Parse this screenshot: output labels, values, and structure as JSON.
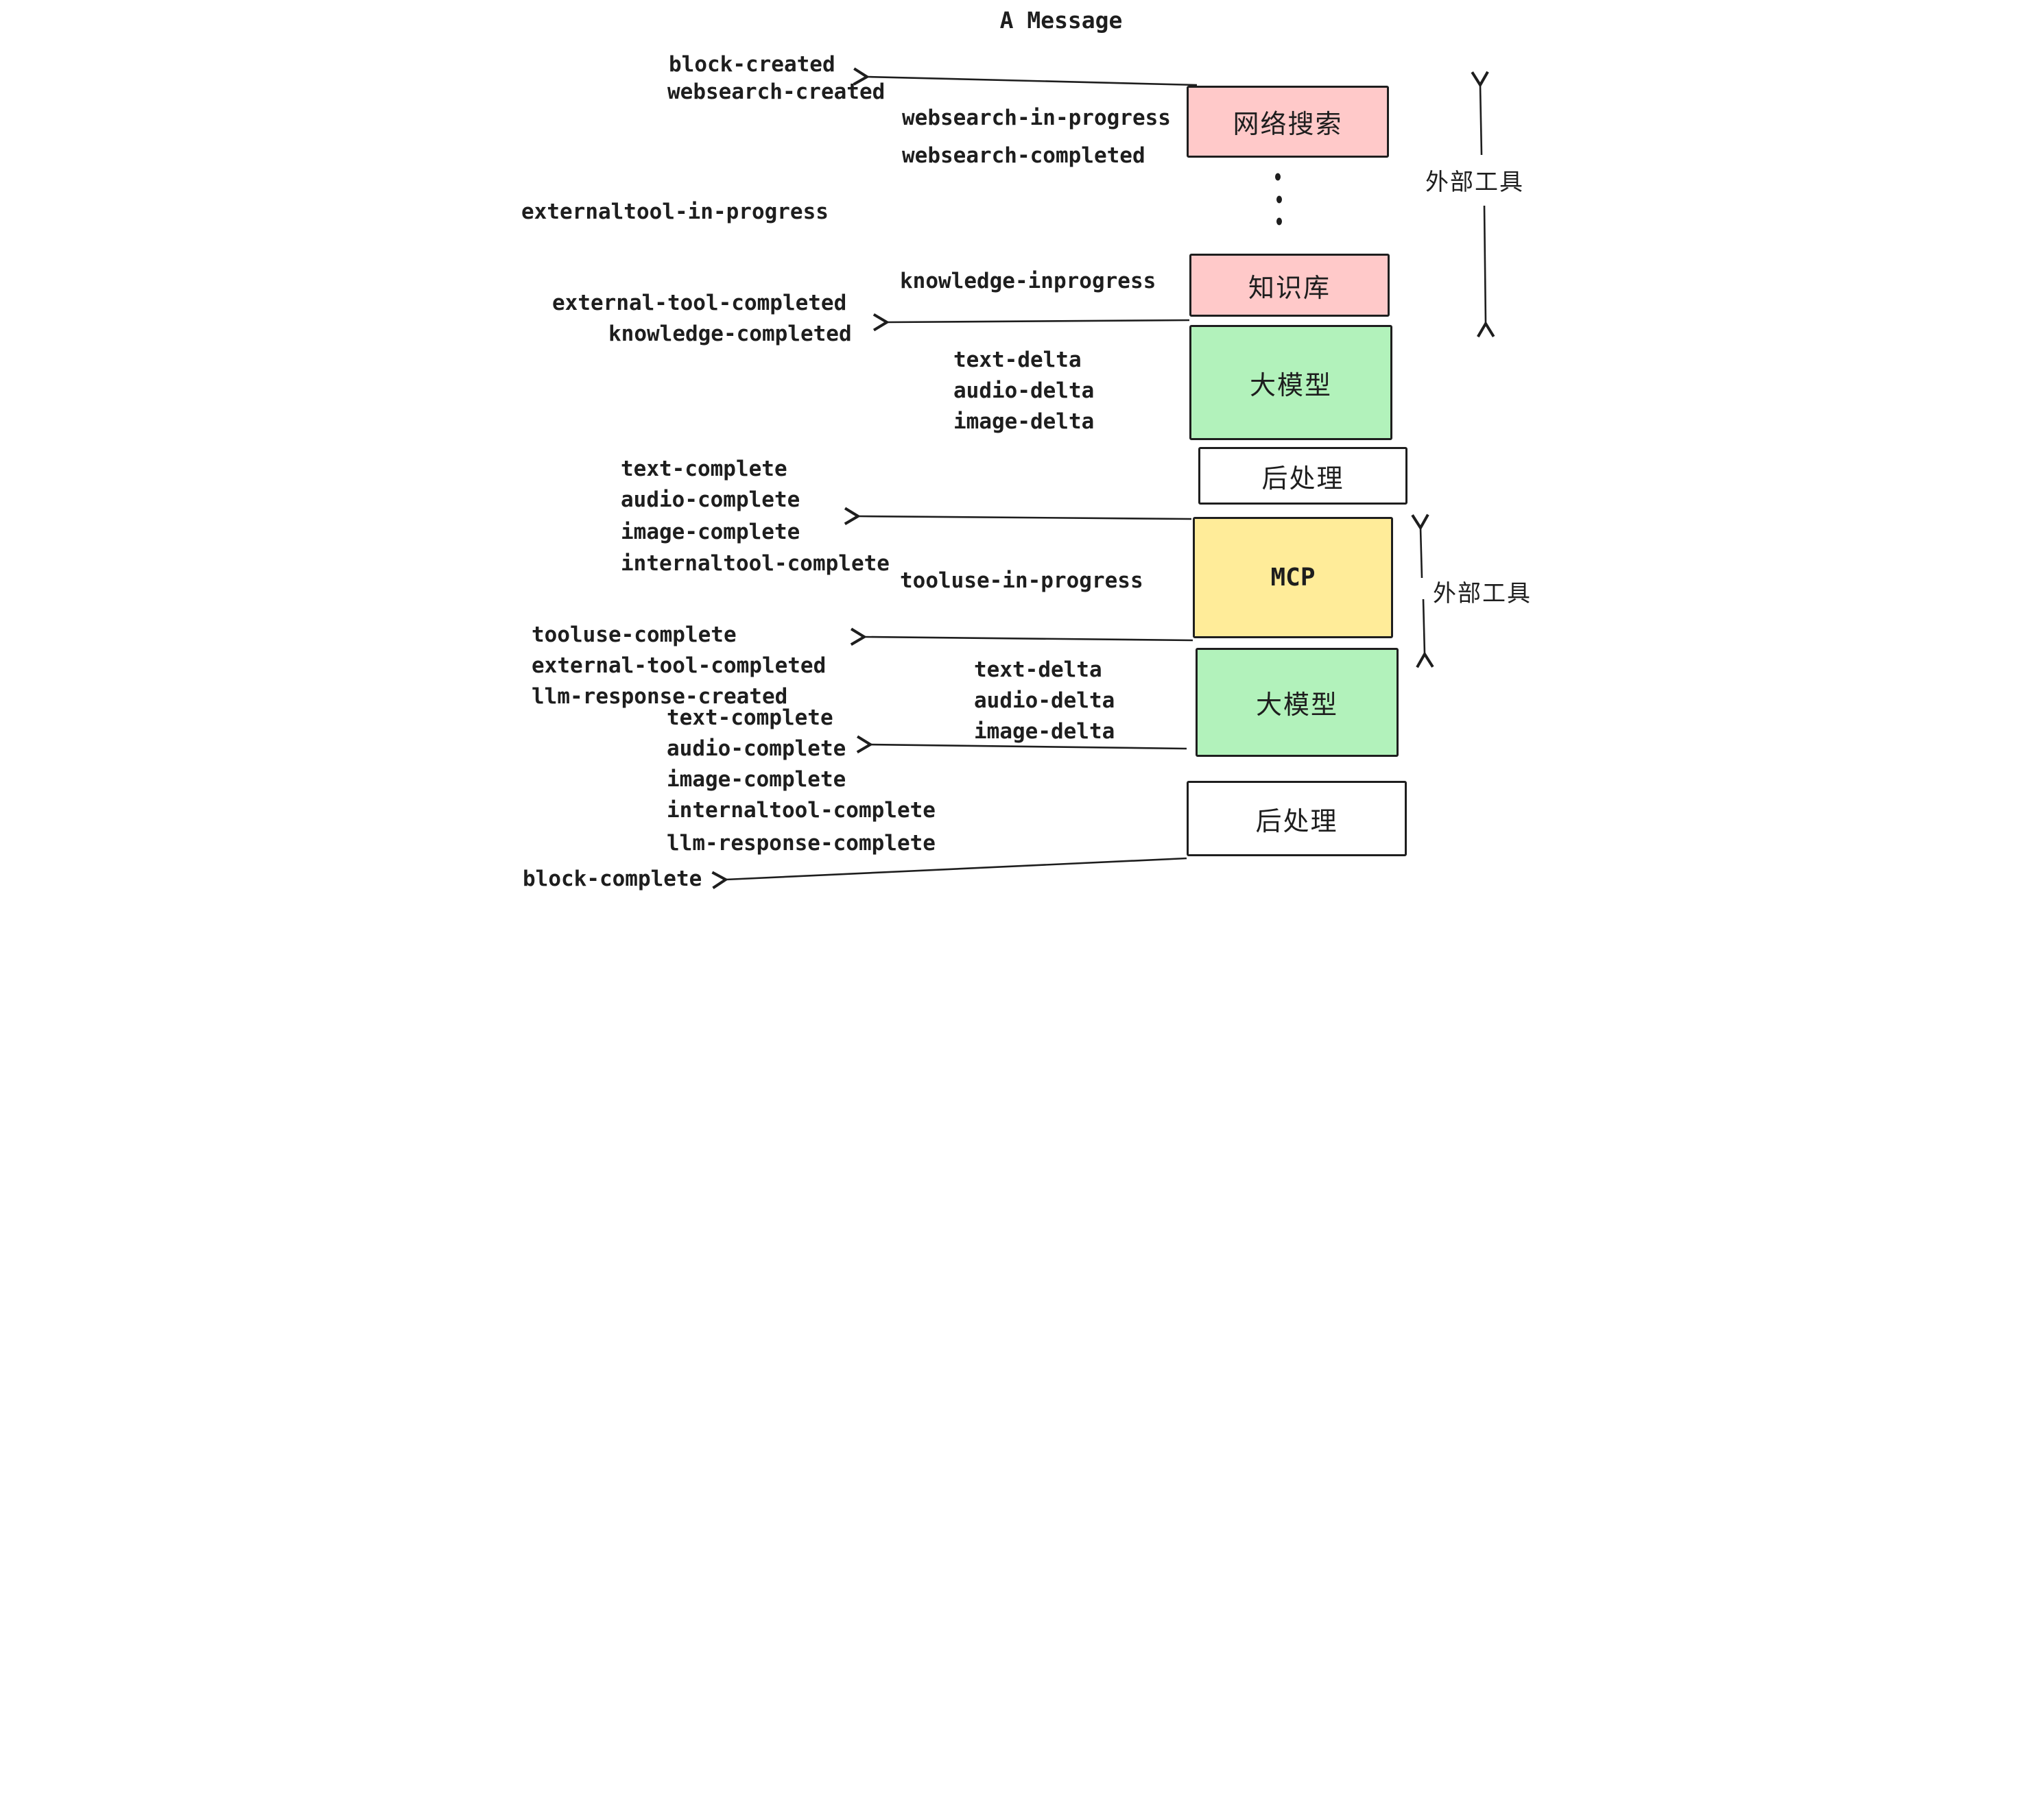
{
  "title": "A Message",
  "events": {
    "block_created": "block-created",
    "websearch_created": "websearch-created",
    "websearch_in_progress": "websearch-in-progress",
    "websearch_completed": "websearch-completed",
    "externaltool_in_progress": "externaltool-in-progress",
    "knowledge_inprogress": "knowledge-inprogress",
    "external_tool_completed_1": "external-tool-completed",
    "knowledge_completed": "knowledge-completed",
    "text_delta_1": "text-delta",
    "audio_delta_1": "audio-delta",
    "image_delta_1": "image-delta",
    "text_complete_1": "text-complete",
    "audio_complete_1": "audio-complete",
    "image_complete_1": "image-complete",
    "internaltool_complete_1": "internaltool-complete",
    "tooluse_in_progress": "tooluse-in-progress",
    "tooluse_complete": "tooluse-complete",
    "external_tool_completed_2": "external-tool-completed",
    "llm_response_created": "llm-response-created",
    "text_delta_2": "text-delta",
    "audio_delta_2": "audio-delta",
    "image_delta_2": "image-delta",
    "text_complete_2": "text-complete",
    "audio_complete_2": "audio-complete",
    "image_complete_2": "image-complete",
    "internaltool_complete_2": "internaltool-complete",
    "llm_response_complete": "llm-response-complete",
    "block_complete": "block-complete"
  },
  "boxes": {
    "websearch": "网络搜索",
    "knowledge": "知识库",
    "llm_1": "大模型",
    "post_1": "后处理",
    "mcp": "MCP",
    "llm_2": "大模型",
    "post_2": "后处理"
  },
  "annotations": {
    "external_tools_top": "外部工具",
    "external_tools_mid": "外部工具"
  },
  "colors": {
    "pink": "#ffc9c9",
    "green": "#b2f2bb",
    "yellow": "#ffec99",
    "white": "#ffffff",
    "ink": "#1e1e1e"
  }
}
